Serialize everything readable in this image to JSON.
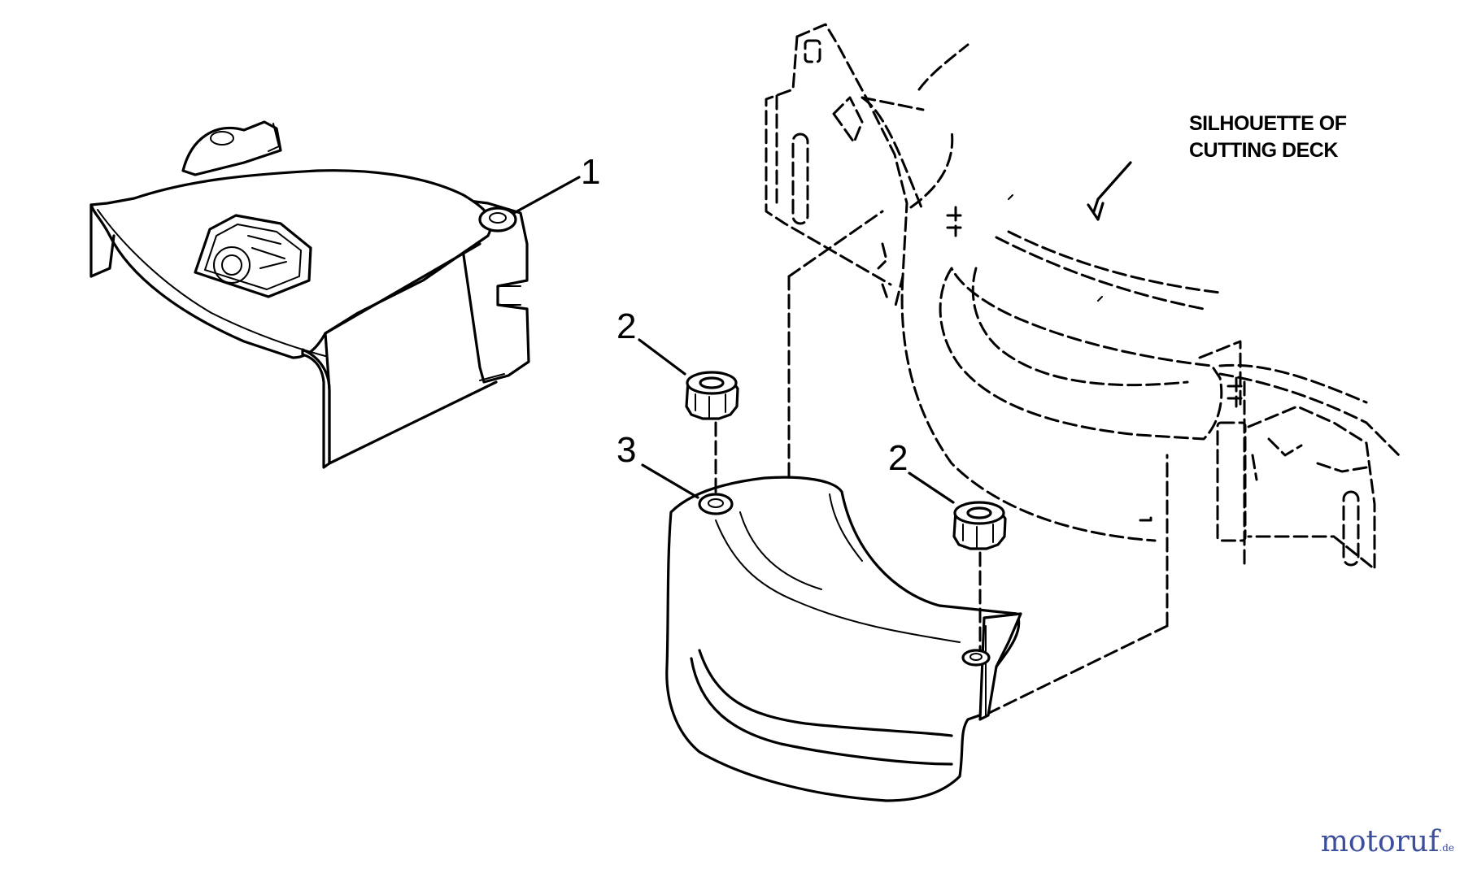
{
  "callouts": {
    "part1": "1",
    "part2a": "2",
    "part2b": "2",
    "part3": "3"
  },
  "note": {
    "line1": "SILHOUETTE OF",
    "line2": "CUTTING DECK"
  },
  "watermark": {
    "main": "motoruf",
    "suffix": ".de"
  },
  "colors": {
    "line": "#000000",
    "watermark_blue": "#3d4f9c",
    "watermark_orange": "#e07a1c"
  }
}
